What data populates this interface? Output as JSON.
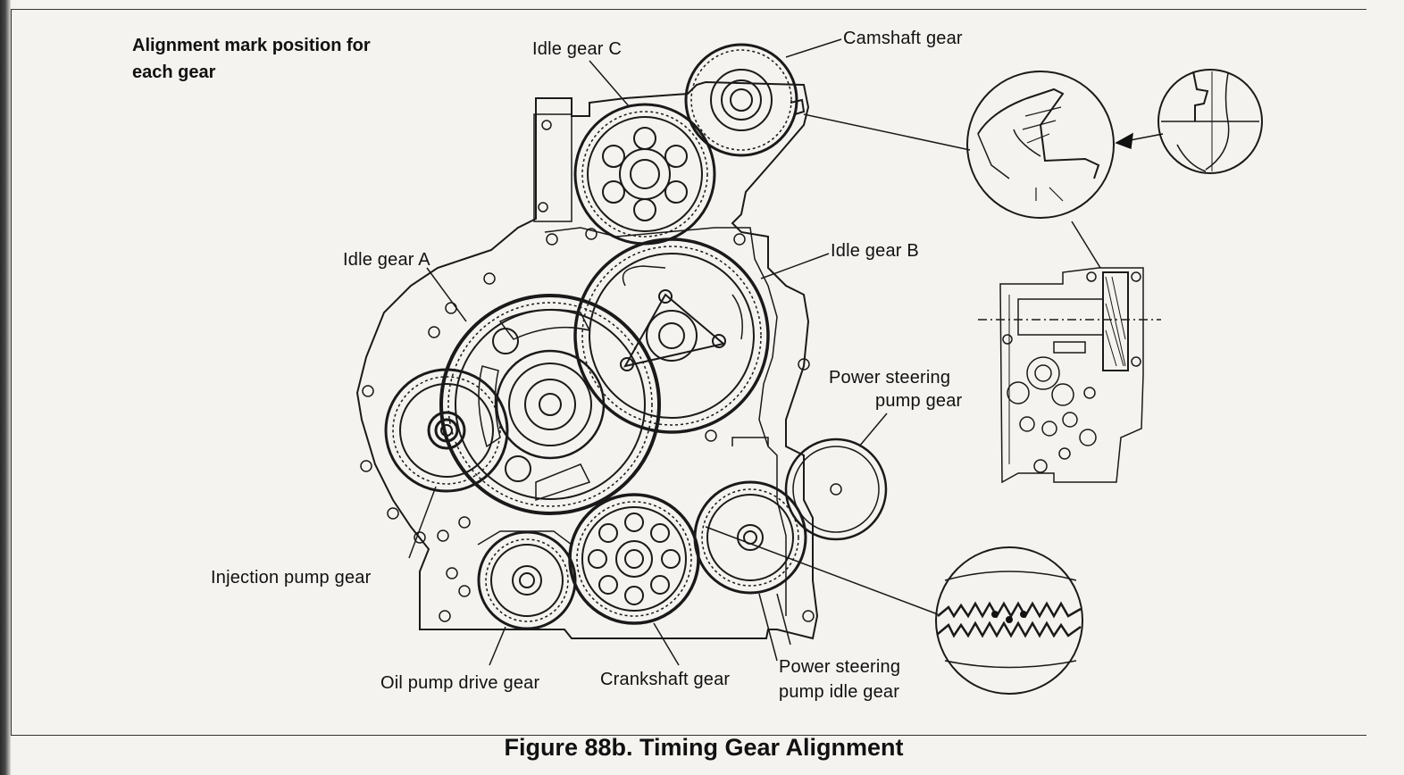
{
  "header": {
    "line1": "Alignment mark position for",
    "line2": "each gear"
  },
  "labels": {
    "idle_gear_c": "Idle gear C",
    "camshaft_gear": "Camshaft gear",
    "idle_gear_a": "Idle gear A",
    "idle_gear_b": "Idle gear B",
    "power_steering_pump_gear_1": "Power steering",
    "power_steering_pump_gear_2": "pump gear",
    "injection_pump_gear": "Injection pump gear",
    "oil_pump_drive_gear": "Oil pump drive gear",
    "crankshaft_gear": "Crankshaft gear",
    "ps_idle_gear_1": "Power steering",
    "ps_idle_gear_2": "pump idle gear"
  },
  "caption": "Figure 88b. Timing Gear Alignment"
}
